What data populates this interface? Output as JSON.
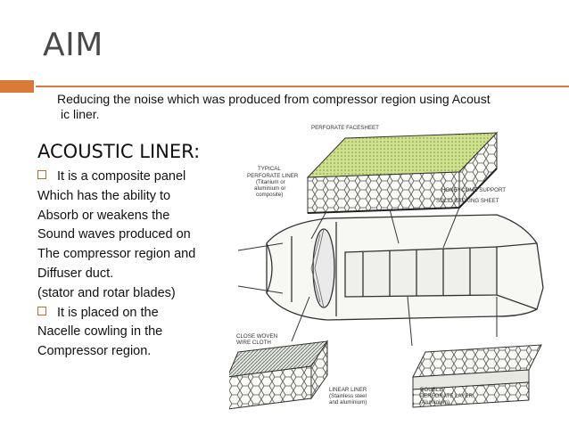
{
  "slide": {
    "title": "AIM",
    "subtitle_line1": "Reducing the noise which was produced from compressor region using   Acoust",
    "subtitle_line2": "ic liner.",
    "heading": "ACOUSTIC LINER:",
    "lines": [
      "It is a composite panel",
      "Which has the ability to",
      "Absorb or weakens the",
      "Sound waves produced on",
      "The compressor region and",
      "Diffuser duct.",
      "(stator and rotar blades)",
      "It is placed on the",
      "Nacelle cowling in the",
      "Compressor region."
    ],
    "accent_color": "#d9793a"
  },
  "figure": {
    "labels": {
      "perforate_facesheet": "PERFORATE FACESHEET",
      "typical_line1": "TYPICAL",
      "typical_line2": "PERFORATE LINER",
      "typical_line3": "(Titanium or",
      "typical_line4": "aluminium or",
      "typical_line5": "composite)",
      "honeycomb": "HONEYCOMB SUPPORT",
      "solid_backing": "SOLID BACKING SHEET",
      "close_woven_line1": "CLOSE WOVEN",
      "close_woven_line2": "WIRE CLOTH",
      "linear_line1": "LINEAR LINER",
      "linear_line2": "(Stainless steel",
      "linear_line3": "and aluminium)",
      "double_line1": "DOUBLE",
      "double_line2": "PERFORATE LAYER",
      "double_line3": "(Aluminium)"
    }
  }
}
